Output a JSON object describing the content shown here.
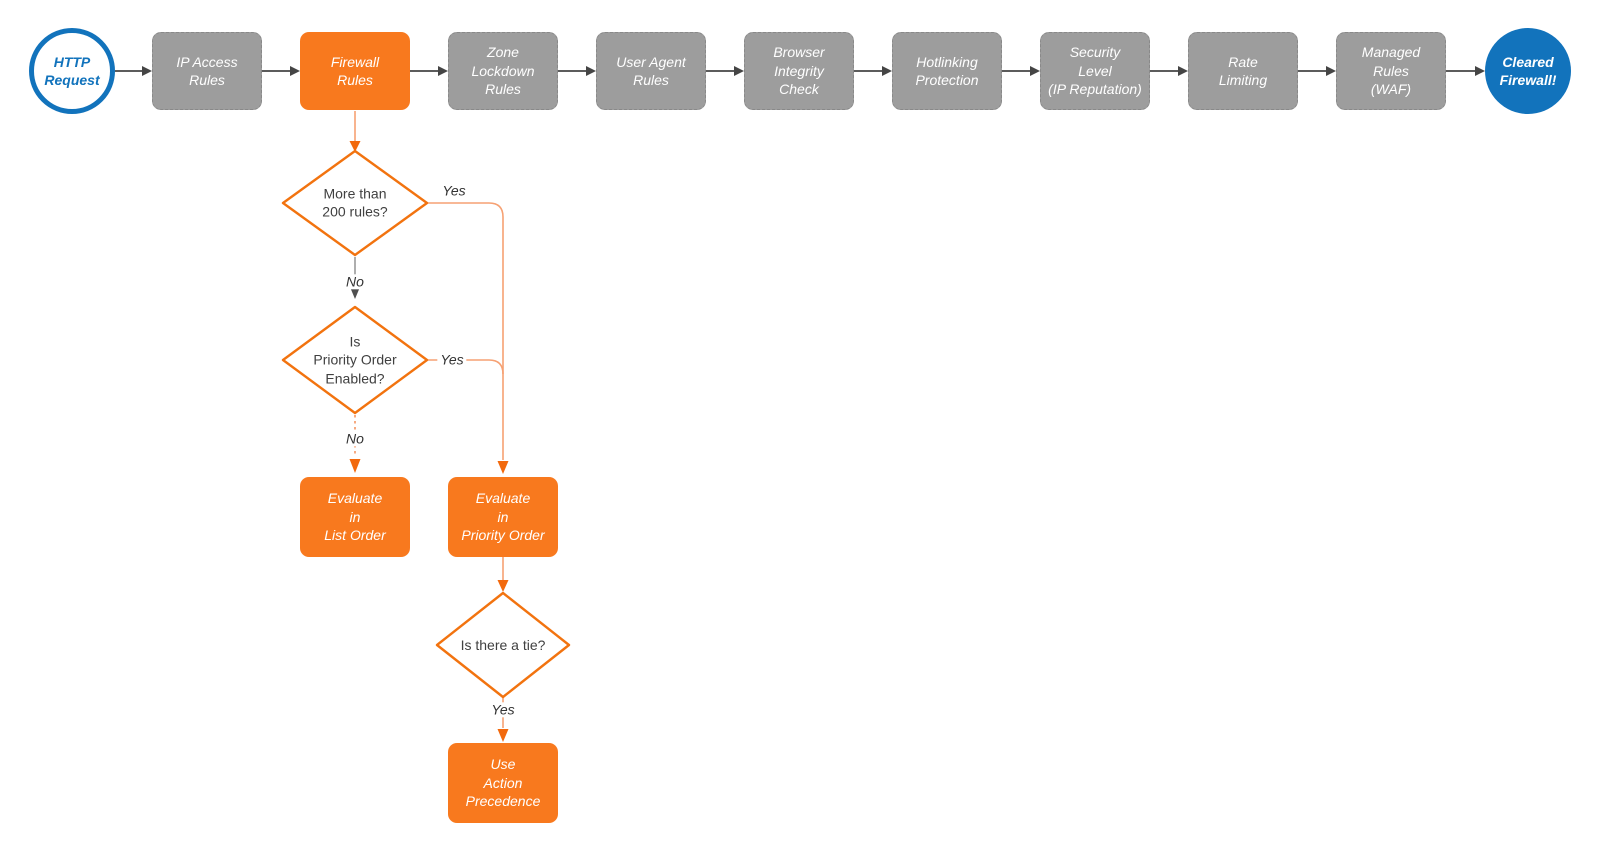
{
  "colors": {
    "node_orange": "#F8791E",
    "node_gray": "#9D9D9D",
    "brand_blue": "#1273BC",
    "diamond_border": "#F2730F",
    "connector_orange": "#F6A173",
    "arrowhead_orange": "#F2690D",
    "pipeline_arrow_gray": "#5C5C5C"
  },
  "pipeline": {
    "nodes": [
      {
        "id": "http-request",
        "label": "HTTP\nRequest"
      },
      {
        "id": "ip-access-rules",
        "label": "IP Access\nRules"
      },
      {
        "id": "firewall-rules",
        "label": "Firewall\nRules"
      },
      {
        "id": "zone-lockdown-rules",
        "label": "Zone\nLockdown\nRules"
      },
      {
        "id": "user-agent-rules",
        "label": "User Agent\nRules"
      },
      {
        "id": "browser-integrity-check",
        "label": "Browser\nIntegrity\nCheck"
      },
      {
        "id": "hotlinking-protection",
        "label": "Hotlinking\nProtection"
      },
      {
        "id": "security-level",
        "label": "Security\nLevel\n(IP Reputation)"
      },
      {
        "id": "rate-limiting",
        "label": "Rate\nLimiting"
      },
      {
        "id": "managed-rules-waf",
        "label": "Managed\nRules\n(WAF)"
      },
      {
        "id": "cleared-firewall",
        "label": "Cleared\nFirewall!"
      }
    ]
  },
  "subflow": {
    "decisions": [
      {
        "id": "more-than-200-rules",
        "label": "More than\n200 rules?"
      },
      {
        "id": "priority-order-enabled",
        "label": "Is\nPriority Order\nEnabled?"
      },
      {
        "id": "is-there-a-tie",
        "label": "Is there a tie?"
      }
    ],
    "actions": [
      {
        "id": "evaluate-list-order",
        "label": "Evaluate\nin\nList Order"
      },
      {
        "id": "evaluate-priority-order",
        "label": "Evaluate\nin\nPriority Order"
      },
      {
        "id": "use-action-precedence",
        "label": "Use\nAction\nPrecedence"
      }
    ],
    "edge_labels": [
      {
        "id": "yes-1",
        "label": "Yes"
      },
      {
        "id": "no-1",
        "label": "No"
      },
      {
        "id": "yes-2",
        "label": "Yes"
      },
      {
        "id": "no-2",
        "label": "No"
      },
      {
        "id": "yes-3",
        "label": "Yes"
      }
    ]
  }
}
